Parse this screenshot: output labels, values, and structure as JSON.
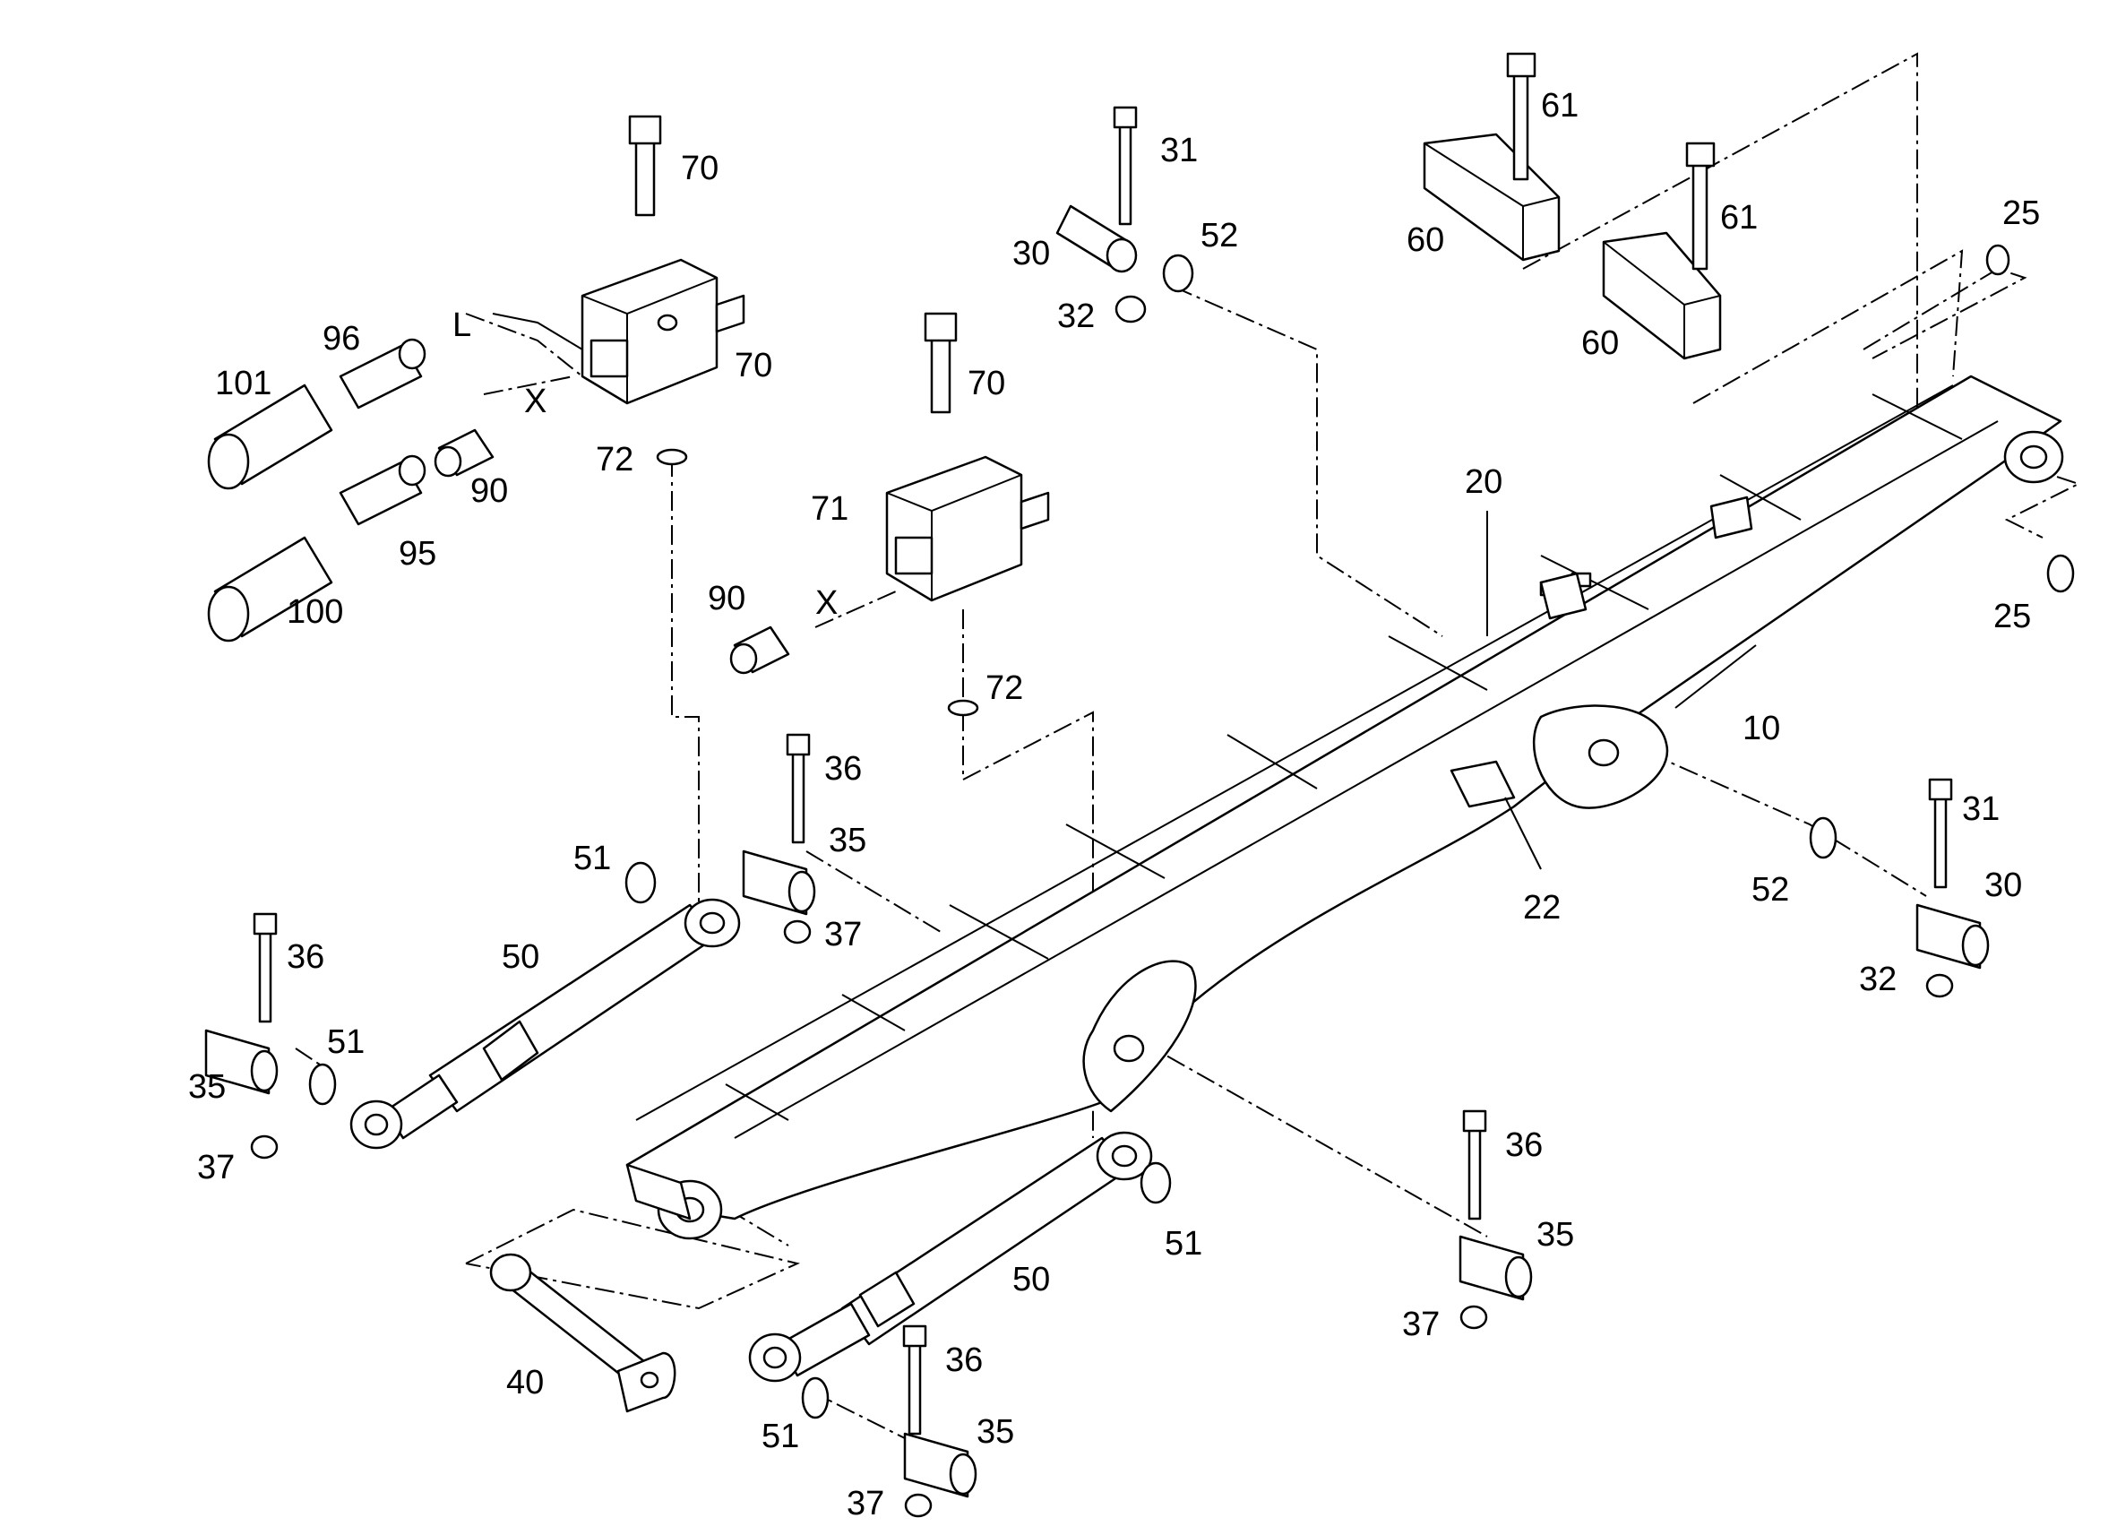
{
  "callouts": [
    {
      "id": "c70a",
      "text": "70"
    },
    {
      "id": "c70b",
      "text": "70"
    },
    {
      "id": "c70c",
      "text": "70"
    },
    {
      "id": "c96",
      "text": "96"
    },
    {
      "id": "c101",
      "text": "101"
    },
    {
      "id": "cL",
      "text": "L"
    },
    {
      "id": "cXa",
      "text": "X"
    },
    {
      "id": "c90a",
      "text": "90"
    },
    {
      "id": "c72a",
      "text": "72"
    },
    {
      "id": "c95",
      "text": "95"
    },
    {
      "id": "c100",
      "text": "100"
    },
    {
      "id": "c71",
      "text": "71"
    },
    {
      "id": "c90b",
      "text": "90"
    },
    {
      "id": "cXb",
      "text": "X"
    },
    {
      "id": "c72b",
      "text": "72"
    },
    {
      "id": "c31a",
      "text": "31"
    },
    {
      "id": "c30a",
      "text": "30"
    },
    {
      "id": "c52a",
      "text": "52"
    },
    {
      "id": "c32a",
      "text": "32"
    },
    {
      "id": "c61a",
      "text": "61"
    },
    {
      "id": "c60a",
      "text": "60"
    },
    {
      "id": "c61b",
      "text": "61"
    },
    {
      "id": "c60b",
      "text": "60"
    },
    {
      "id": "c25a",
      "text": "25"
    },
    {
      "id": "c25b",
      "text": "25"
    },
    {
      "id": "c20",
      "text": "20"
    },
    {
      "id": "c10",
      "text": "10"
    },
    {
      "id": "c22",
      "text": "22"
    },
    {
      "id": "c31b",
      "text": "31"
    },
    {
      "id": "c30b",
      "text": "30"
    },
    {
      "id": "c52b",
      "text": "52"
    },
    {
      "id": "c32b",
      "text": "32"
    },
    {
      "id": "c36a",
      "text": "36"
    },
    {
      "id": "c35a",
      "text": "35"
    },
    {
      "id": "c37a",
      "text": "37"
    },
    {
      "id": "c51a",
      "text": "51"
    },
    {
      "id": "c50a",
      "text": "50"
    },
    {
      "id": "c36b",
      "text": "36"
    },
    {
      "id": "c51b",
      "text": "51"
    },
    {
      "id": "c35b",
      "text": "35"
    },
    {
      "id": "c37b",
      "text": "37"
    },
    {
      "id": "c36c",
      "text": "36"
    },
    {
      "id": "c35c",
      "text": "35"
    },
    {
      "id": "c37c",
      "text": "37"
    },
    {
      "id": "c51c",
      "text": "51"
    },
    {
      "id": "c50b",
      "text": "50"
    },
    {
      "id": "c40",
      "text": "40"
    },
    {
      "id": "c36d",
      "text": "36"
    },
    {
      "id": "c51d",
      "text": "51"
    },
    {
      "id": "c35d",
      "text": "35"
    },
    {
      "id": "c37d",
      "text": "37"
    }
  ]
}
